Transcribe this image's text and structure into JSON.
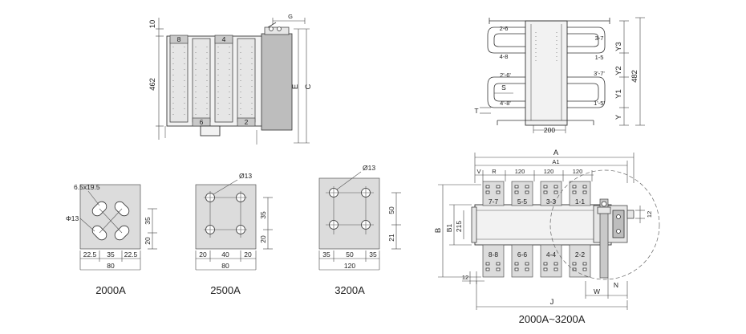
{
  "front_view": {
    "dim_top": "10",
    "dim_height": "462",
    "dim_e": "E",
    "dim_c": "C",
    "dim_g": "G",
    "label_top_left": "8",
    "label_top_right": "4",
    "label_bottom_left": "6",
    "label_bottom_right": "2"
  },
  "side_view": {
    "labels_left": [
      "2-6",
      "4-8",
      "2'-6'",
      "4'-8'"
    ],
    "labels_right": [
      "3-7",
      "1-5",
      "3'-7'",
      "1'-5'"
    ],
    "dim_s": "S",
    "dim_t": "T",
    "dim_200": "200",
    "dim_y3": "Y3",
    "dim_y2": "Y2",
    "dim_y1": "Y1",
    "dim_y": "Y",
    "dim_482": "482"
  },
  "plate_2000a": {
    "hole_label": "6.5x19.5",
    "dia_label": "Φ13",
    "dim_right_top": "35",
    "dim_right_bottom": "20",
    "dims_bottom": [
      "22.5",
      "35",
      "22.5"
    ],
    "dim_total": "80",
    "caption": "2000A"
  },
  "plate_2500a": {
    "dia_label": "Ø13",
    "dim_right_top": "35",
    "dim_right_bottom": "20",
    "dims_bottom": [
      "20",
      "40",
      "20"
    ],
    "dim_total": "80",
    "caption": "2500A"
  },
  "plate_3200a": {
    "dia_label": "Ø13",
    "dim_right_top": "50",
    "dim_right_bottom": "21",
    "dims_bottom": [
      "35",
      "50",
      "35"
    ],
    "dim_total": "120",
    "caption": "3200A"
  },
  "top_view": {
    "dim_a": "A",
    "dim_a1": "A1",
    "dim_v": "V",
    "dim_r": "R",
    "pitch_labels": [
      "120",
      "120",
      "120"
    ],
    "top_terminals": [
      "7-7",
      "5-5",
      "3-3",
      "1-1"
    ],
    "bottom_terminals": [
      "8-8",
      "6-6",
      "4-4",
      "2-2"
    ],
    "dim_b": "B",
    "dim_b1": "B1",
    "dim_215": "215",
    "dim_12_left": "12",
    "dim_12_right": "12",
    "dim_w": "W",
    "dim_n": "N",
    "dim_j": "J",
    "caption": "2000A~3200A"
  }
}
